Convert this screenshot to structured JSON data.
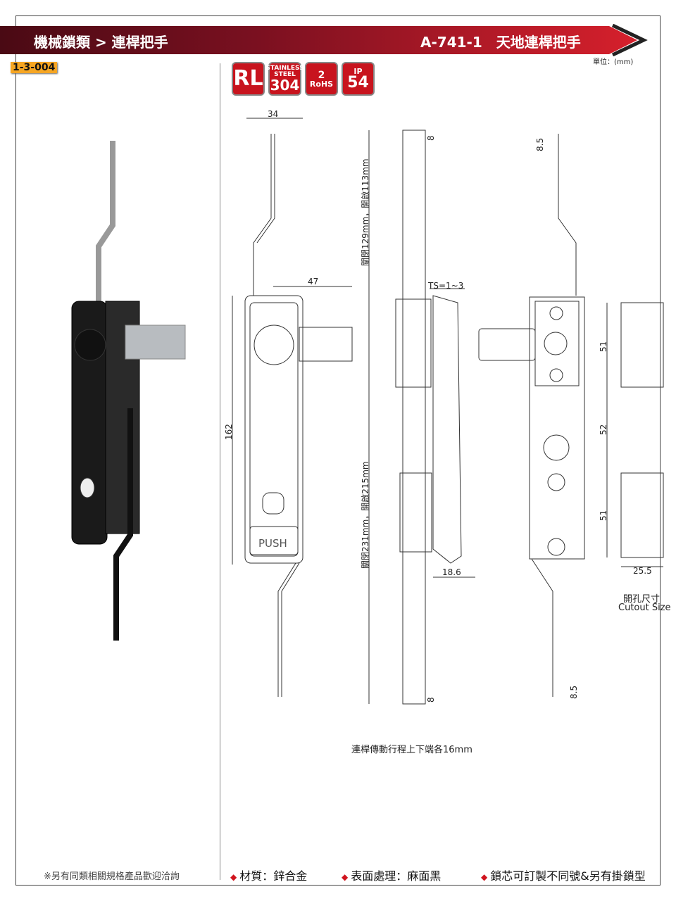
{
  "header": {
    "category": "機械鎖類 > 連桿把手",
    "model": "A-741-1",
    "title": "天地連桿把手",
    "unit": "單位：(mm)",
    "code": "1-3-004"
  },
  "badges": [
    "RL",
    "STAINLESS STEEL",
    "304",
    "RoHS",
    "2",
    "IP",
    "54"
  ],
  "dimensions": {
    "top_width": "34",
    "handle_offset": "47",
    "height": "162",
    "rod_closed_open_top": "關閉129mm，開啟113mm",
    "rod_closed_open_bottom": "關閉231mm，開啟215mm",
    "ts": "TS=1~3",
    "depth": "18.6",
    "top_end": "8",
    "bottom_end": "8",
    "side_top": "8.5",
    "side_bottom": "8.5",
    "cut_a": "51",
    "cut_b": "52",
    "cut_c": "51",
    "cut_width": "25.5",
    "push": "PUSH"
  },
  "cutout": {
    "label_zh": "開孔尺寸",
    "label_en": "Cutout Size"
  },
  "stroke_note": "連桿傳動行程上下端各16mm",
  "footer": {
    "note": "※另有同類相關規格產品歡迎洽詢",
    "specs": [
      "材質：鋅合金",
      "表面處理：麻面黑",
      "鎖芯可訂製不同號&另有掛鎖型"
    ]
  }
}
